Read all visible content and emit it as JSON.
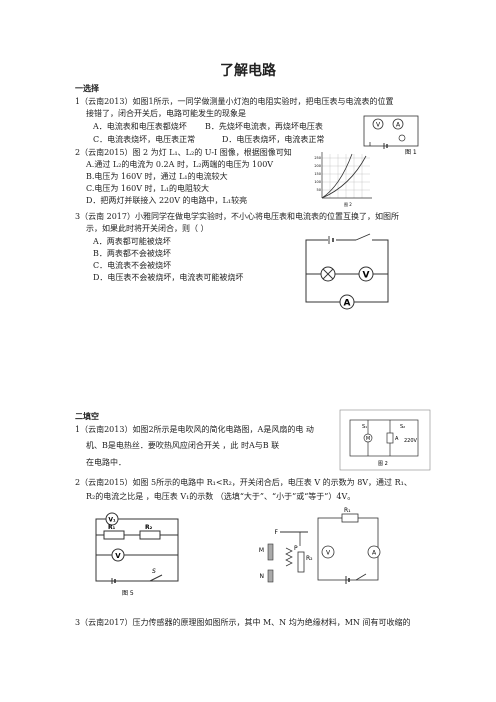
{
  "title": "了解电路",
  "sec1": "一选择",
  "q1": {
    "l1": "1（云南2013）如图1所示，一同学做测量小灯泡的电阻实验时，把电压表与电流表的位置",
    "l2": "接错了，闭合开关后，电路可能发生的现象是",
    "a": "A．电流表和电压表都烧坏",
    "b": "B．先烧坏电流表，再烧坏电压表",
    "c": "C．电流表烧坏，电压表正常",
    "d": "D．电压表烧坏，电流表正常",
    "fig": "图 1"
  },
  "q2": {
    "l1": "2（云南2015）图 2 为灯 L₁、L₂的 U-I 图像，根据图像可知",
    "a": "A.通过 L₂的电流为 0.2A 时，L₂两端的电压为 100V",
    "b": "B.电压为 160V 时，通过 L₁的电流较大",
    "c": "C.电压为 160V 时，L₁的电阻较大",
    "d": "D．把两灯并联接入 220V 的电路中，L₁较亮",
    "yticks": [
      "250",
      "200",
      "150",
      "100",
      "50"
    ],
    "fig": "图 2"
  },
  "q3": {
    "l1": "3（云南 2017）小雅同学在做电学实验时，不小心将电压表和电流表的位置互换了，如图所",
    "l2": "示，如果此时将开关闭合，则（        ）",
    "a": "A．两表都可能被烧坏",
    "b": "B．两表都不会被烧坏",
    "c": "C．电流表不会被烧坏",
    "d": "D．电压表不会被烧坏，电流表可能被烧坏",
    "v": "V",
    "amm": "A"
  },
  "sec2": "二填空",
  "q4": {
    "l1": "1（云南2013）如图2所示是电吹风的简化电路图，A是风扇的电  动",
    "l2": "机、B是电热丝．要吹热风应闭合开关        ，此  时A与B       联",
    "l3": "在电路中．",
    "s1": "S₁",
    "s2": "S₂",
    "m": "M",
    "a": "A",
    "volt": "220V",
    "fig": "图 2"
  },
  "q5": {
    "l1": "2（云南2015）如图 5所示的电路中 R₁<R₂，开关闭合后，电压表 V 的示数为 8V，通过 R₁、",
    "l2": "R₂的电流之比是       ，电压表 V₁的示数       （选填“大于”、“小于”或“等于”）4V。",
    "v1": "V₁",
    "r1": "R₁",
    "r2": "R₂",
    "v": "V",
    "s": "S",
    "fig": "图 5"
  },
  "q6": {
    "f": "F",
    "m": "M",
    "n": "N",
    "p": "P",
    "r1": "R₁",
    "r2": "R₂",
    "v": "V",
    "a": "A"
  },
  "q7": {
    "l1": "3（云南2017）压力传感器的原理图如图所示，其中 M、N 均为绝缘材料，MN 间有可收缩的"
  }
}
